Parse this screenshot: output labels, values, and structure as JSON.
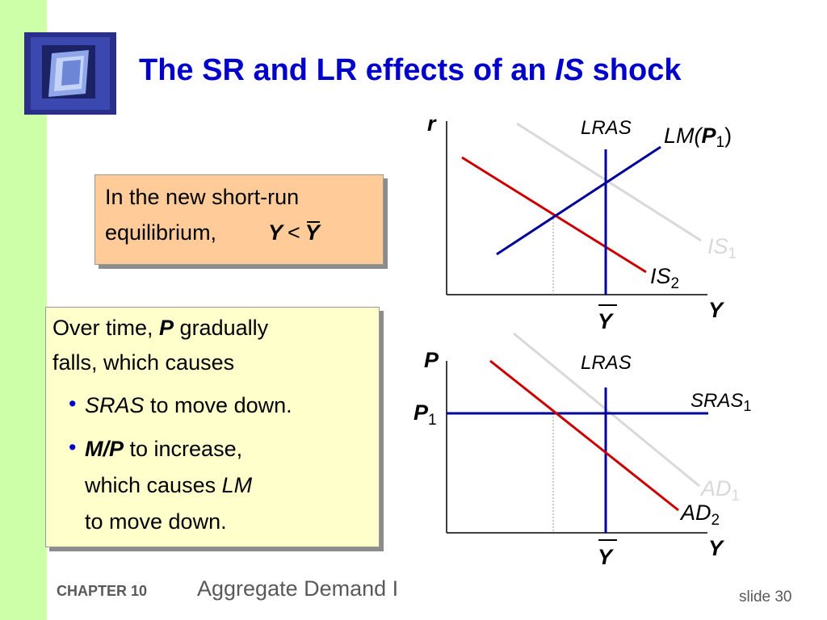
{
  "slide": {
    "title_pre": "The SR and LR effects of an ",
    "title_italic": "IS",
    "title_post": " shock",
    "footer_chapter": "CHAPTER 10",
    "footer_title": "Aggregate Demand I",
    "footer_slide": "slide 30"
  },
  "box1": {
    "line1": "In the new short-run",
    "line2": "equilibrium,",
    "ineq_left": "Y",
    "ineq_op": "<",
    "ineq_right": "Y"
  },
  "box2": {
    "line1a": "Over time, ",
    "line1b": "P",
    "line1c": " gradually",
    "line2": "falls, which causes",
    "bullet1a": "SRAS",
    "bullet1b": " to move down.",
    "bullet2a": "M/P",
    "bullet2b": " to increase,",
    "bullet2c": "which causes ",
    "bullet2d": "LM",
    "bullet2e": "to move down.",
    "bullet_char": "•"
  },
  "top_graph": {
    "y_axis": "r",
    "x_axis": "Y",
    "lras": "LRAS",
    "lm_pre": "LM(",
    "lm_p": "P",
    "lm_sub": "1",
    "lm_post": ")",
    "is1": "IS",
    "is1_sub": "1",
    "is2": "IS",
    "is2_sub": "2",
    "ybar": "Y"
  },
  "bottom_graph": {
    "y_axis": "P",
    "x_axis": "Y",
    "lras": "LRAS",
    "p1": "P",
    "p1_sub": "1",
    "sras": "SRAS",
    "sras_sub": "1",
    "ad1": "AD",
    "ad1_sub": "1",
    "ad2": "AD",
    "ad2_sub": "2",
    "ybar": "Y"
  },
  "colors": {
    "title": "#0000cc",
    "sidebar": "#ccffa8",
    "box1_bg": "#ffcc99",
    "box2_bg": "#ffffcc",
    "curve_blue": "#000099",
    "curve_red": "#cc0000",
    "curve_gray": "#d9d9d9",
    "footer": "#595959"
  }
}
